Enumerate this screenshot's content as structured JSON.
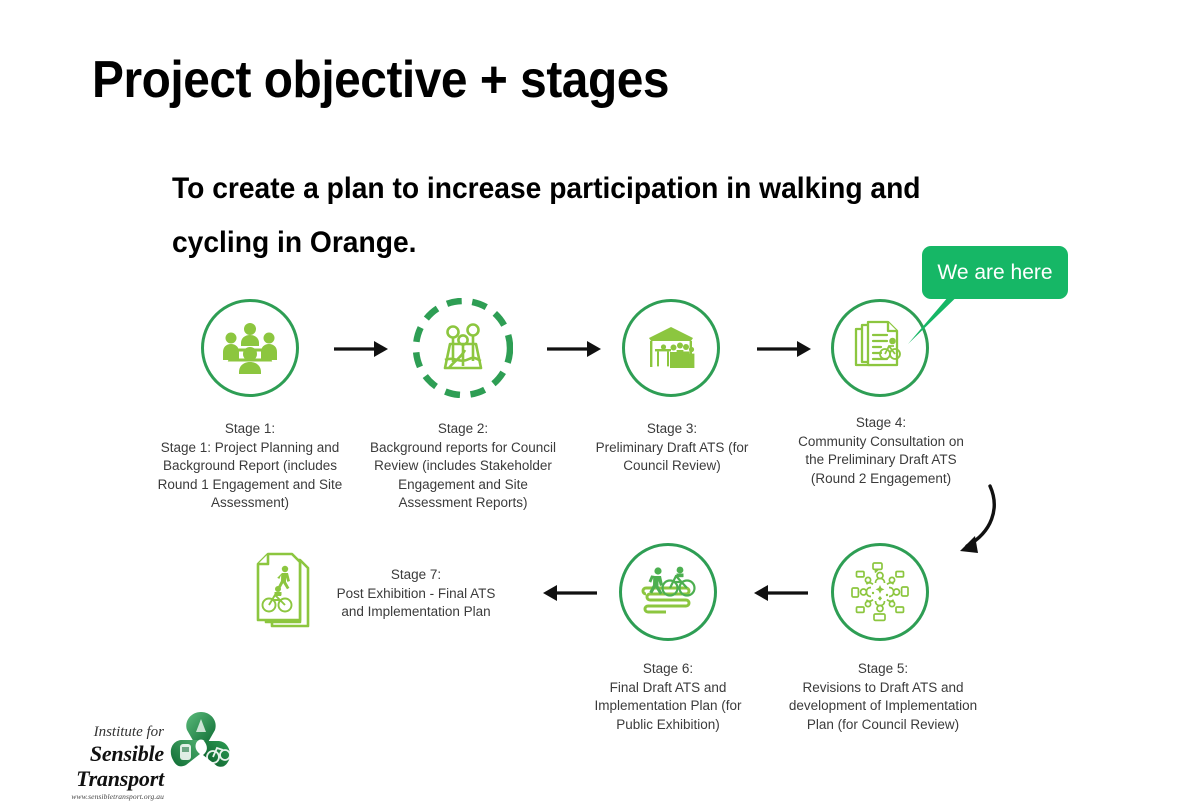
{
  "slide": {
    "title": "Project objective + stages",
    "subtitle": "To create a plan to increase participation in walking and cycling in Orange.",
    "background_color": "#ffffff"
  },
  "colors": {
    "ring_green": "#2e9e54",
    "icon_green": "#8cc63f",
    "callout_green": "#16b766",
    "arrow_black": "#111111",
    "caption_grey": "#3b3b3b"
  },
  "callout": {
    "label": "We are here",
    "points_to": "stage-4",
    "background": "#16b766",
    "text_color": "#ffffff"
  },
  "stages": [
    {
      "id": "stage-1",
      "heading": "Stage 1:",
      "caption": "Stage 1: Project Planning and Background Report (includes Round 1 Engagement and Site Assessment)",
      "icon": "meeting-table-icon",
      "ring": "solid"
    },
    {
      "id": "stage-2",
      "heading": "Stage 2:",
      "caption": "Background reports for Council Review (includes Stakeholder Engagement and Site Assessment Reports)",
      "icon": "site-map-pins-icon",
      "ring": "dashed"
    },
    {
      "id": "stage-3",
      "heading": "Stage 3:",
      "caption": "Preliminary Draft ATS (for Council Review)",
      "icon": "consultation-marquee-icon",
      "ring": "solid"
    },
    {
      "id": "stage-4",
      "heading": "Stage 4:",
      "caption": "Community Consultation on the Preliminary Draft ATS (Round 2 Engagement)",
      "icon": "documents-cyclist-icon",
      "ring": "solid"
    },
    {
      "id": "stage-5",
      "heading": "Stage 5:",
      "caption": "Revisions to Draft ATS and development of Implementation Plan (for Council Review)",
      "icon": "community-feedback-circle-icon",
      "ring": "solid"
    },
    {
      "id": "stage-6",
      "heading": "Stage 6:",
      "caption": "Final Draft ATS and Implementation Plan (for Public Exhibition)",
      "icon": "walker-cyclist-path-icon",
      "ring": "solid"
    },
    {
      "id": "stage-7",
      "heading": "Stage 7:",
      "caption": "Post Exhibition - Final ATS and Implementation Plan",
      "icon": "final-plan-documents-icon",
      "ring": "none"
    }
  ],
  "connectors": [
    {
      "id": "arrow-1-2",
      "direction": "right"
    },
    {
      "id": "arrow-2-3",
      "direction": "right"
    },
    {
      "id": "arrow-3-4",
      "direction": "right"
    },
    {
      "id": "arrow-4-5",
      "direction": "curved-down-left"
    },
    {
      "id": "arrow-5-6",
      "direction": "left"
    },
    {
      "id": "arrow-6-7",
      "direction": "left"
    }
  ],
  "logo": {
    "line1": "Institute for",
    "line2": "Sensible Transport",
    "url": "www.sensibletransport.org.au",
    "mark": "recycle-triangle-transport-icon"
  }
}
